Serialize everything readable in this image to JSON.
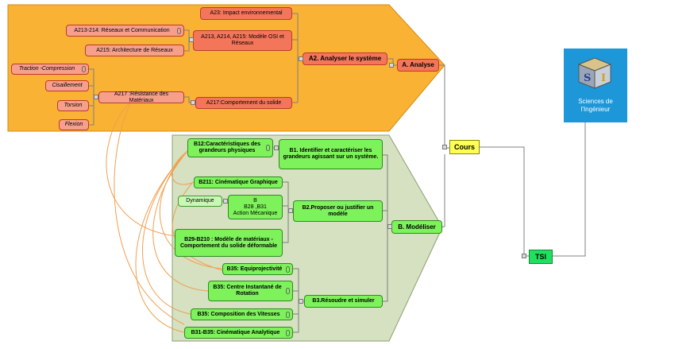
{
  "colors": {
    "analyse_region": "#f9b233",
    "modeliser_region": "#d5e1c0",
    "analyse_node": "#f4765a",
    "modeliser_node": "#7df25a",
    "cours_node": "#ffff55",
    "tsi_node": "#20e060",
    "si_card": "#1d97d8",
    "link_curves": "#f0a050"
  },
  "root": {
    "sciences_ingenieur_line1": "Sciences de",
    "sciences_ingenieur_line2": "l'Ingénieur",
    "logo_letters": "S I"
  },
  "tsi": "TSI",
  "cours": "Cours",
  "analyse": {
    "title": "A. Analyse",
    "a2": "A2. Analyser le système",
    "a23": "A23: Impact environnemental",
    "a213": "A213, A214, A215: Modèle OSI et Réseaux",
    "a213_214": "A213-214: Réseaux et Communication",
    "a215": "A215: Architecture de Réseaux",
    "a217c": "A217:Comportement  du solide",
    "a217r": "A217 :Résistance des Matériaux",
    "traction": "Traction -Compression",
    "cisaillement": "Cisaillement",
    "torsion": "Torsion",
    "flexion": "Flexion"
  },
  "modeliser": {
    "title": "B. Modéliser",
    "b1": "B1. Identifier et caractériser les grandeurs agissant sur un système.",
    "b12": "B12:Caractéristiques  des grandeurs physiques",
    "b2": "B2.Proposer ou justifier un modèle",
    "b211": "B211: Cinématique Graphique",
    "dynamique": "Dynamique",
    "b28_l1": "B",
    "b28_l2": "B28 ,B31",
    "b28_l3": "Action Mécanique",
    "b29": "B29-B210 : Modèle de matériaux - Comportement du solide déformable",
    "b3": "B3.Résoudre et simuler",
    "b35a": "B35: Equiprojectivité",
    "b35b": "B35: Centre Instantané de Rotation",
    "b35c": "B35: Composition des Vitesses",
    "b31": "B31-B35: Cinématique Analytique"
  }
}
